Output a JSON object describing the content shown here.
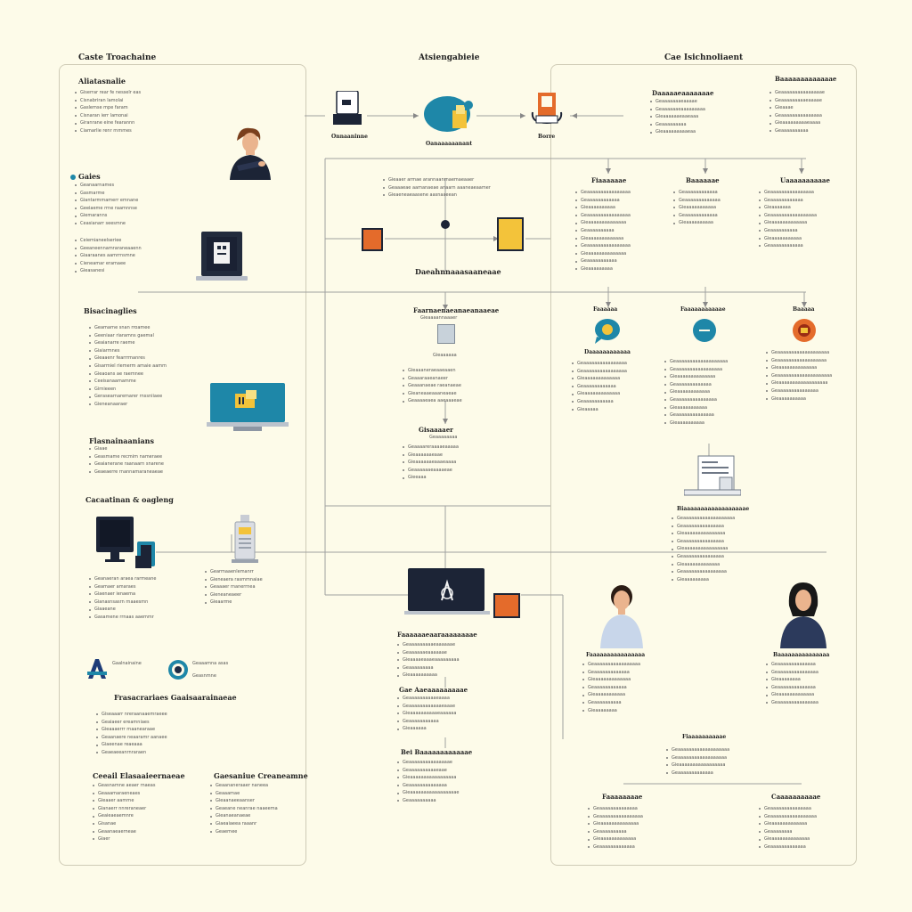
{
  "columns": {
    "left_title": "Caste Troachaine",
    "center_title": "Atsiengabieie",
    "right_title": "Cae Isichnoliaent"
  },
  "left": {
    "heading_1": "Aliatasnalie",
    "list_1": [
      "Giserrar rear fe nesselr eas",
      "Cisnabriran lamolai",
      "Gaslemse mpe faram",
      "Cisnaran ierr lamonai",
      "Giranrane eine fearannn",
      "Ciamarlie renr rnmmes"
    ],
    "heading_2": "Gaies",
    "list_2": [
      "Geanaarnames",
      "Gasmarme",
      "Giantarmmamerr emnane",
      "Geeiaeme rrne raamnnse",
      "Giemaranns",
      "Ceasianarr seesmne"
    ],
    "list_3": [
      "Ceiemianeelseriee",
      "Geeaneennamraraneaaenn",
      "Giaaraanes aamrrnsmne",
      "Cieneamar eramaee",
      "Gieasanesi"
    ],
    "heading_3": "Bisacinaglies",
    "list_4": [
      "Geamarne snan rroamee",
      "Geeniaar riaramns gaemal",
      "Geaianarre raeme",
      "Giaiarmnes",
      "Gieaaenr fearrrmanres",
      "Gisarmiel riemerm amaie aamm",
      "Gieaoans ae raemnee",
      "Ceeisanaamamme",
      "Girnieeen",
      "Gerasearnaremarer rnssniiaee",
      "Gieneanaaraer"
    ],
    "heading_4": "Flasnainaanians",
    "list_5": [
      "Giaae",
      "Geasmame recmim nameraee",
      "Geaianerane raanaarn snarene",
      "Geaeaerre rnannamaraneaeae"
    ],
    "heading_5": "Cacaatinan & oagleng",
    "list_6": [
      "Geanaeran araea rarmeane",
      "Geamaer amaraes",
      "Giaenaer ienaema",
      "Gianasnsasrn rnaaesmn",
      "Giaaeane",
      "Gasamene rrnaas aaemmr"
    ],
    "list_7": [
      "Gearmaaenlemanrr",
      "Gieneaera rasmmnaiae",
      "Geaaaer rnanerrnea",
      "Gieneaneaeer",
      "Gieaarme"
    ],
    "badge_a_label": "Gaalnainaine",
    "badge_b_label": "Geaaamna asas",
    "badge_b_sub": "Geasnmne",
    "heading_6": "Frasacrariaes Gaaisaarainaeae",
    "list_8": [
      "Giseaaarr nreraanaaemraeee",
      "Geaiaeer ereamniaes",
      "Gieaaaerrr rnaanearaae",
      "Geaanaere neaaramr aanaee",
      "Giaeenae reaeaaa",
      "Geaeaeeanrnraraen"
    ],
    "heading_7": "Ceeail Elasaaieernaeae",
    "list_9": [
      "Geasnamne aeaer rnaeas",
      "Geaaamaraeneaes",
      "Gieaaer aamrne",
      "Gianaerr nnreraneaer",
      "Geaieaeaemnre",
      "Gisanae",
      "Geaanaeaerneae",
      "Giaer"
    ],
    "heading_8": "Gaesaniue Creaneamne",
    "list_10": [
      "Geaananeraaer naneea",
      "Geaaamae",
      "Gieaanaeeaanser",
      "Geaeane neanrae naaeema",
      "Gieanaeanaeae",
      "Giaeaiaeea raaanr",
      "Geaernee"
    ]
  },
  "center": {
    "node_1_label": "Onnaaninne",
    "node_2_label": "Oanaaaaaanant",
    "node_3_label": "Borre",
    "text_block_1": [
      "Gieaaer armae arannaanrnaemaeaaer",
      "Geaaaeae aamanaeae anaarn aaaneaeaamer",
      "Gieaeneaeaasene aasnaaeean"
    ],
    "heading_mid": "Daeahnnaaasaaneaae",
    "heading_2": "Faarnaenaeanaeanaaeae",
    "sub_2": "Gieaaaannaaaer",
    "sub_2b": "Gieaaaaaa",
    "list_2": [
      "Gieaaaneraeaaeaaen",
      "Geaaaraaeanaeer",
      "Geaaanaeae raeanaeae",
      "Gieaneaaeaaaneaeae",
      "Geaaaaeaea aaeaaaeae"
    ],
    "heading_3": "Gisaaaaer",
    "sub_3": "Geaaaaaaaa",
    "list_3": [
      "Geaaaareraaaaeaaaaa",
      "Gieaaaaaaeaae",
      "Gieaaaaaaeaaaeaaaa",
      "Geaaaaaaeaaaaeae",
      "Gieeaaa"
    ],
    "heading_4": "Faaaaaaeaaraaaaaaaae",
    "list_4": [
      "Geaaaaaaaaaeaaaaaae",
      "Geaaaaaaeaaaaaae",
      "Gieaaaaeaaaeaaaaaaaaa",
      "Geaaaaaaaaa",
      "Gieaaaaaaaaaa"
    ],
    "heading_5": "Gae Aaeaaaaaaaaae",
    "list_5": [
      "Geaaaaaaaaaaeaaaa",
      "Geaaaaaaaaaaaaeaaae",
      "Gieaaaaaaaaaaeaaaaaa",
      "Geaaaaaaaaaaa",
      "Gieaaaaaa"
    ],
    "heading_6": "Bei Baaaaaaaaaaaae",
    "list_6": [
      "Geaaaaaaaaaaaaaaae",
      "Geaaaaaaaaaaeaae",
      "Gieaaaaaaaaaaaaaaaaa",
      "Geaaaaaaaaaaaaaa",
      "Gieaaaaaaaaaaaaaaaaae",
      "Geaaaaaaaaaa"
    ]
  },
  "right": {
    "heading_1": "Daaaaaeaaaaaaae",
    "list_1": [
      "Geaaaaaaaeaaaae",
      "Geaaaaaaeaaaaaaaaa",
      "Gieaaaaaaeaaeaaa",
      "Geaaaaaaaaa",
      "Gieaaaaaaaaaeaa"
    ],
    "heading_1b": "Baaaaaaaaaaaaae",
    "list_1b": [
      "Geaaaaaaaaaaaaaaae",
      "Geaaaaaaaaaeaaaae",
      "Gieaaae",
      "Geaaaaaaaaaaaaaaa",
      "Gieaaaaaaaaaeaaaa",
      "Geaaaaaaaaaa"
    ],
    "col_a": "Fiaaaaaae",
    "col_b": "Baaaaaae",
    "col_c": "Uaaaaaaaaaae",
    "list_a": [
      "Geaaaaaaaaaaaaaaaa",
      "Geaaaaaaaaaaaa",
      "Gieaaaaaaaaaa",
      "Geaaaaaaaaaaaaaaaa",
      "Gieaaaaaaaaaaaaaa",
      "Geaaaaaaaaaa",
      "Gieaaaaaaaaaaaaa",
      "Geaaaaaaaaaaaaaaaa",
      "Gieaaaaaaaaaaaaaa",
      "Geaaaaaaaaaaa",
      "Gieaaaaaaaaa"
    ],
    "list_b": [
      "Geaaaaaaaaaaaa",
      "Geaaaaaaaaaaaaa",
      "Gieaaaaaaaaaaa",
      "Geaaaaaaaaaaaa",
      "Gieaaaaaaaaaa"
    ],
    "list_c": [
      "Geaaaaaaaaaaaaaaaa",
      "Geaaaaaaaaaaaa",
      "Gieaaaaaaa",
      "Geaaaaaaaaaaaaaaaaa",
      "Gieaaaaaaaaaaaaa",
      "Geaaaaaaaaaa",
      "Gieaaaaaaaaaaa",
      "Geaaaaaaaaaaaa"
    ],
    "node_a": "Faaaaaa",
    "node_b": "Faaaaaaaaaaae",
    "node_c": "Baaaaa",
    "list_d_title": "Daaaaaaaaaaaa",
    "list_d": [
      "Geaaaaaaaaaaaaaaaa",
      "Geaaaaaaaaaaaaaaaa",
      "Gieaaaaaaaaaaaaa",
      "Geaaaaaaaaaaaa",
      "Gieaaaaaaaaaaaaa",
      "Geaaaaaaaaaaa",
      "Gieaaaaa"
    ],
    "list_e": [
      "Geaaaaaaaaaaaaaaaaaaa",
      "Geaaaaaaaaaaaaaaaaa",
      "Gieaaaaaaaaaaaaaa",
      "Geaaaaaaaaaaaaa",
      "Gieaaaaaaaaaaaa",
      "Geaaaaaaaaaaaaaaa",
      "Gieaaaaaaaaaaa",
      "Geaaaaaaaaaaaaaa",
      "Gieaaaaaaaaaa"
    ],
    "list_f": [
      "Geaaaaaaaaaaaaaaaaaaa",
      "Geaaaaaaaaaaaaaaaaaa",
      "Gieaaaaaaaaaaaaaa",
      "Geaaaaaaaaaaaaaaaaaaaa",
      "Gieaaaaaaaaaaaaaaaaaa",
      "Geaaaaaaaaaaaaaaa",
      "Gieaaaaaaaaaa"
    ],
    "heading_g": "Biaaaaaaaaaaaaaaaaaae",
    "list_g": [
      "Geaaaaaaaaaaaaaaaaaaa",
      "Geaaaaaaaaaaaaaaa",
      "Gieaaaaaaaaaaaaaaa",
      "Geaaaaaaaaaaaaaaa",
      "Gieaaaaaaaaaaaaaaaa",
      "Geaaaaaaaaaaaaaaa",
      "Gieaaaaaaaaaaaaa",
      "Geaaaaaaaaaaaaaaaa",
      "Gieaaaaaaaaa"
    ],
    "person_1_title": "Faaaaaaaaaaaaaaaa",
    "list_p1": [
      "Geaaaaaaaaaaaaaaaaa",
      "Geaaaaaaaaaaaaa",
      "Gieaaaaaaaaaaaaa",
      "Geaaaaaaaaaaaa",
      "Gieaaaaaaaaaaa",
      "Geaaaaaaaaaa",
      "Gieaaaaaaaa"
    ],
    "person_2_title": "Baaaaaaaaaaaaaaa",
    "list_p2": [
      "Geaaaaaaaaaaaaaa",
      "Geaaaaaaaaaaaaaaa",
      "Gieaaaaaaaa",
      "Geaaaaaaaaaaaaaa",
      "Gieaaaaaaaaaaaaa",
      "Geaaaaaaaaaaaaaaa"
    ],
    "heading_h": "Fiaaaaaaaaaae",
    "list_h": [
      "Geaaaaaaaaaaaaaaaaaaa",
      "Geaaaaaaaaaaaaaaaaaa",
      "Gieaaaaaaaaaaaaaaaaa",
      "Geaaaaaaaaaaaaa"
    ],
    "heading_i": "Faaaaaaaae",
    "list_i": [
      "Geaaaaaaaaaaaaaa",
      "Geaaaaaaaaaaaaaaaa",
      "Gieaaaaaaaaaaaaaa",
      "Geaaaaaaaaaa",
      "Gieaaaaaaaaaaaaa",
      "Geaaaaaaaaaaaaa"
    ],
    "heading_j": "Caaaaaaaaaae",
    "list_j": [
      "Geaaaaaaaaaaaaaaa",
      "Geaaaaaaaaaaaaaaaaa",
      "Gieaaaaaaaaaaaaa",
      "Geaaaaaaaa",
      "Gieaaaaaaaaaaaaaa",
      "Geaaaaaaaaaaaaa"
    ]
  },
  "colors": {
    "background": "#fdfbe9",
    "line": "#9a9a9a",
    "navy": "#1d2b44",
    "teal": "#1e87a8",
    "orange": "#e46b2b",
    "yellow": "#f3c33a"
  },
  "icons": [
    "person-icon",
    "tablet-icon",
    "laptop-icon",
    "monitor-icon",
    "printer-icon",
    "cloud-icon",
    "robot-icon",
    "document-icon",
    "gear-icon",
    "chat-icon",
    "target-icon",
    "logo-icon"
  ]
}
